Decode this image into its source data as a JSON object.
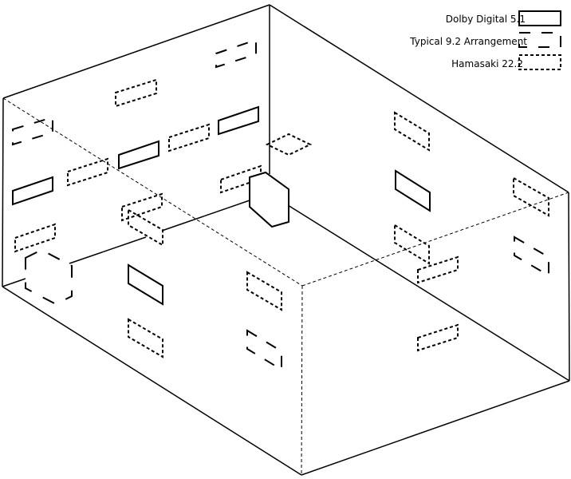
{
  "legend": {
    "items": [
      {
        "label": "Dolby Digital 5.1",
        "style": "solid"
      },
      {
        "label": "Typical 9.2 Arrangement",
        "style": "long-dash"
      },
      {
        "label": "Hamasaki 22.2",
        "style": "dotted"
      }
    ]
  },
  "room": {
    "description": "Isometric room with speaker placements for three surround sound layouts"
  },
  "colors": {
    "stroke": "#000000",
    "background": "#ffffff"
  }
}
